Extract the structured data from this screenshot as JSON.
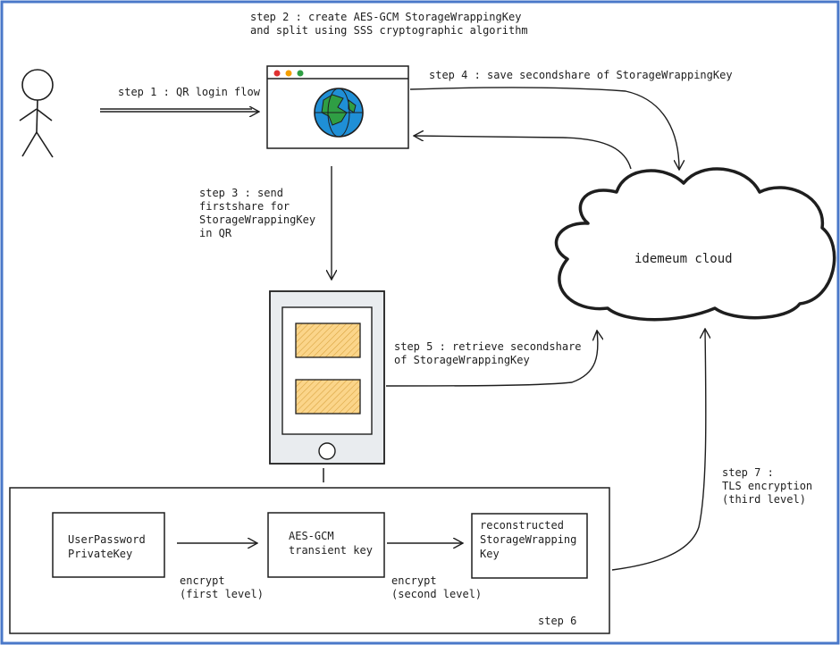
{
  "diagram": {
    "steps": {
      "step1": "step 1 : QR login flow",
      "step2": "step 2 : create AES-GCM StorageWrappingKey\nand split using SSS cryptographic algorithm",
      "step3": "step 3 : send\nfirstshare for\nStorageWrappingKey\nin QR",
      "step4": "step 4 : save secondshare of StorageWrappingKey",
      "step5": "step 5 : retrieve secondshare\nof StorageWrappingKey",
      "step6": "step 6",
      "step7": "step 7 :\nTLS encryption\n(third level)"
    },
    "nodes": {
      "cloud": "idemeum cloud",
      "user_password": "UserPassword\nPrivateKey",
      "transient_key": "AES-GCM\ntransient key",
      "reconstructed": "reconstructed\nStorageWrapping\nKey"
    },
    "edge_labels": {
      "encrypt_first": "encrypt\n(first level)",
      "encrypt_second": "encrypt\n(second level)"
    },
    "colors": {
      "frame_border": "#4a78c9",
      "stroke": "#1e1e1e",
      "phone_fill": "#e9ecef",
      "qr_fill": "#fbd58a",
      "globe_blue": "#1f8fd6",
      "globe_green": "#2f9e44",
      "dot_red": "#e03131",
      "dot_yellow": "#f59f00",
      "dot_green": "#2f9e44"
    },
    "icons": [
      "stick-figure-icon",
      "browser-window-icon",
      "globe-icon",
      "phone-icon",
      "cloud-icon"
    ]
  }
}
